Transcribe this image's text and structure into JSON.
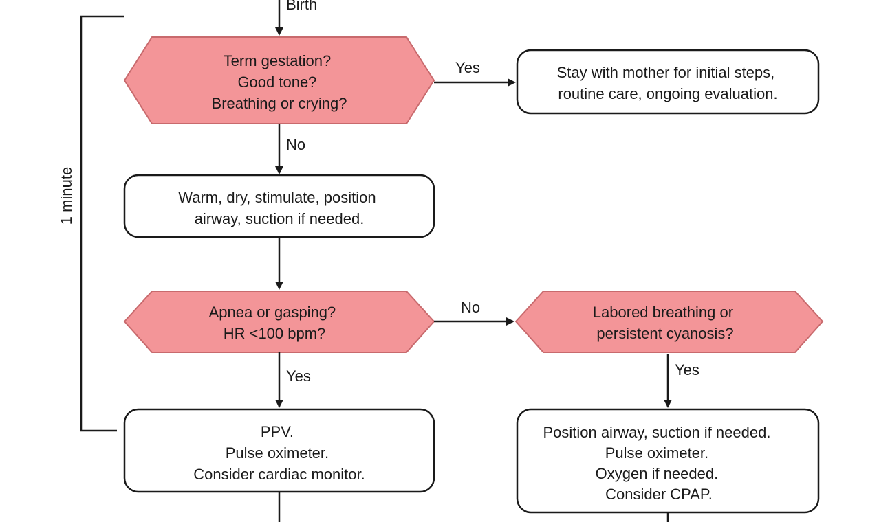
{
  "flowchart": {
    "timeline_label": "1 minute",
    "edge_labels": {
      "start": "Birth",
      "term_yes": "Yes",
      "term_no": "No",
      "apnea_no": "No",
      "apnea_yes": "Yes",
      "labored_yes": "Yes"
    },
    "nodes": {
      "term_gestation": [
        "Term gestation?",
        "Good tone?",
        "Breathing or crying?"
      ],
      "stay_with_mother": [
        "Stay with mother for initial steps,",
        "routine care, ongoing evaluation."
      ],
      "warm_dry": [
        "Warm, dry, stimulate, position",
        "airway, suction if needed."
      ],
      "apnea_gasping": [
        "Apnea or gasping?",
        "HR <100 bpm?"
      ],
      "labored_breathing": [
        "Labored breathing or",
        "persistent cyanosis?"
      ],
      "ppv": [
        "PPV.",
        "Pulse oximeter.",
        "Consider cardiac monitor."
      ],
      "position_airway": [
        "Position airway, suction if needed.",
        "Pulse oximeter.",
        "Oxygen if needed.",
        "Consider CPAP."
      ]
    },
    "colors": {
      "decision_fill": "#f39598",
      "decision_stroke": "#c86a6d",
      "line": "#1a1a1a"
    }
  }
}
